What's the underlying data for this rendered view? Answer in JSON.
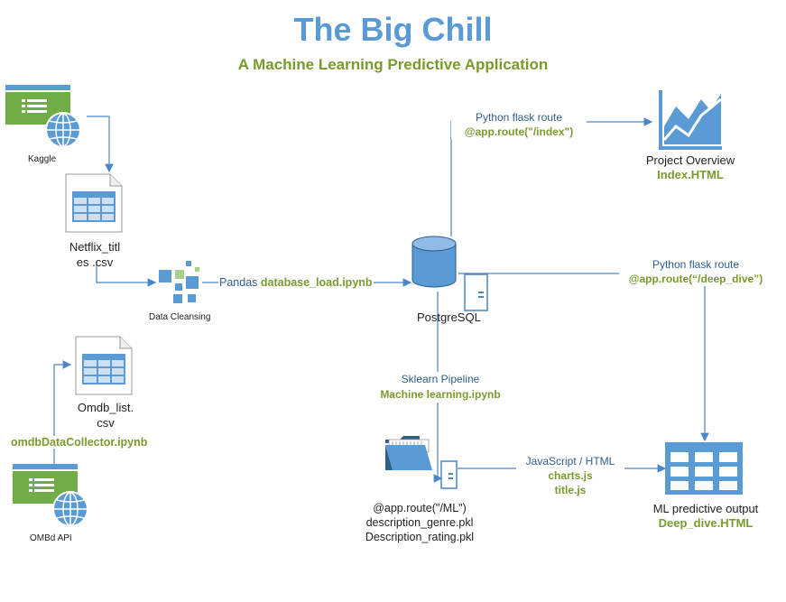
{
  "title": "The Big Chill",
  "subtitle": "A Machine Learning Predictive Application",
  "nodes": {
    "kaggle": "Kaggle",
    "netflix_csv_line1": "Netflix_titl",
    "netflix_csv_line2": "es .csv",
    "data_cleansing": "Data Cleansing",
    "pandas_prefix": "Pandas",
    "pandas_notebook": "database_load.ipynb",
    "postgresql": "PostgreSQL",
    "omdb_list_line1": "Omdb_list.",
    "omdb_list_line2": "csv",
    "omdb_collector": "omdbDataCollector.ipynb",
    "omdb_api": "OMBd API",
    "route_index_label": "Python flask route",
    "route_index": "@app.route(\"/index\")",
    "project_overview": "Project Overview",
    "index_html": "Index.HTML",
    "route_deep_label": "Python flask route",
    "route_deep": "@app.route(“/deep_dive”)",
    "sklearn_label": "Sklearn Pipeline",
    "ml_notebook": "Machine learning.ipynb",
    "ml_route": "@app.route(\"/ML\")",
    "genre_pkl": "description_genre.pkl",
    "rating_pkl": "Description_rating.pkl",
    "js_label": "JavaScript / HTML",
    "charts_js": "charts.js",
    "title_js": "title.js",
    "ml_output": "ML predictive output",
    "deep_dive_html": "Deep_dive.HTML"
  },
  "colors": {
    "title": "#5b9bd5",
    "subtitle": "#7a9a2e",
    "line": "#4a86c5",
    "green_icon": "#70ad47",
    "blue_icon": "#5b9bd5"
  }
}
